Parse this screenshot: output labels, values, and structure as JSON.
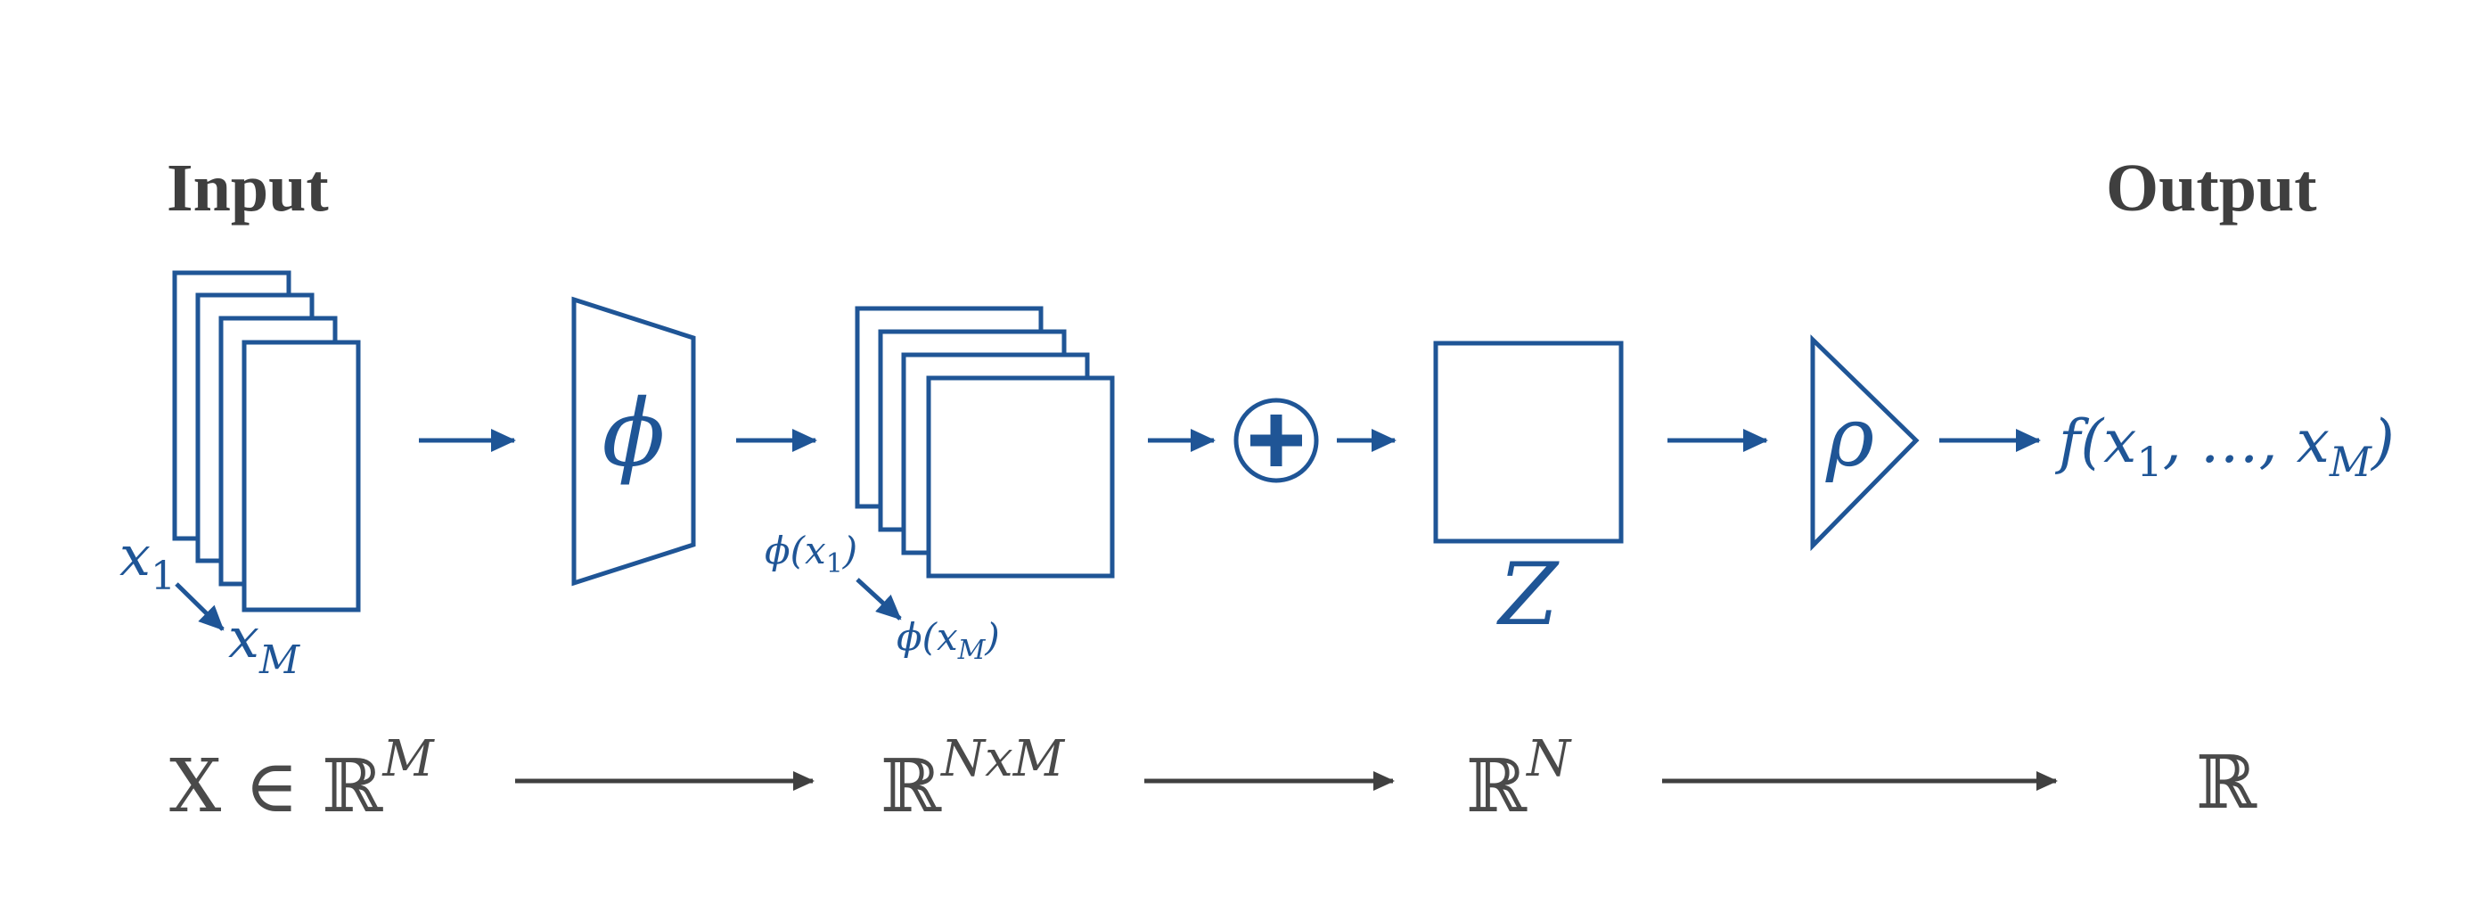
{
  "headings": {
    "input": "Input",
    "output": "Output"
  },
  "stages": {
    "phi_symbol": "ϕ",
    "combine_symbol": "+",
    "z_label": "Z",
    "rho_symbol": "ρ",
    "output_func": {
      "f": "f",
      "open": "(x",
      "sub1": "1",
      "mid": ", …, x",
      "subM": "M",
      "close": ")"
    }
  },
  "input_labels": {
    "first": {
      "base": "x",
      "sub": "1"
    },
    "last": {
      "base": "x",
      "sub": "M"
    }
  },
  "embedded_labels": {
    "first": {
      "open": "ϕ(x",
      "sub": "1",
      "close": ")"
    },
    "last": {
      "open": "ϕ(x",
      "sub": "M",
      "close": ")"
    }
  },
  "spaces": {
    "input": {
      "lead": "X ∈ ℝ",
      "sup": "M"
    },
    "embedded": {
      "base": "ℝ",
      "sup": "NxM"
    },
    "pooled": {
      "base": "ℝ",
      "sup": "N"
    },
    "output": {
      "base": "ℝ"
    }
  },
  "colors": {
    "primary": "#1f5596",
    "text": "#3f3f3f",
    "arrow_gray": "#404040",
    "background": "#ffffff"
  }
}
